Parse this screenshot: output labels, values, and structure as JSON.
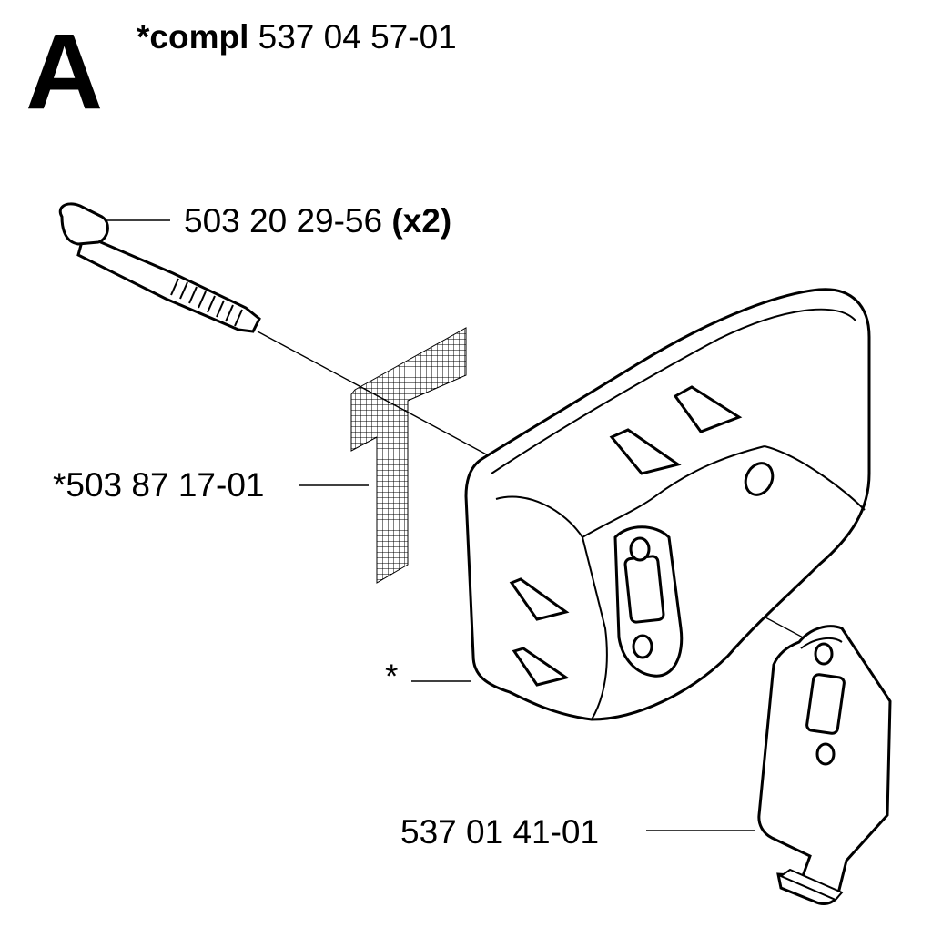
{
  "header": {
    "section_letter": "A",
    "compl_prefix": "*compl",
    "compl_number": "537 04 57-01"
  },
  "callouts": {
    "bolt_number": "503 20 29-56",
    "bolt_qty": "(x2)",
    "screen_number": "*503 87 17-01",
    "muffler_marker": "*",
    "bracket_number": "537 01 41-01"
  }
}
